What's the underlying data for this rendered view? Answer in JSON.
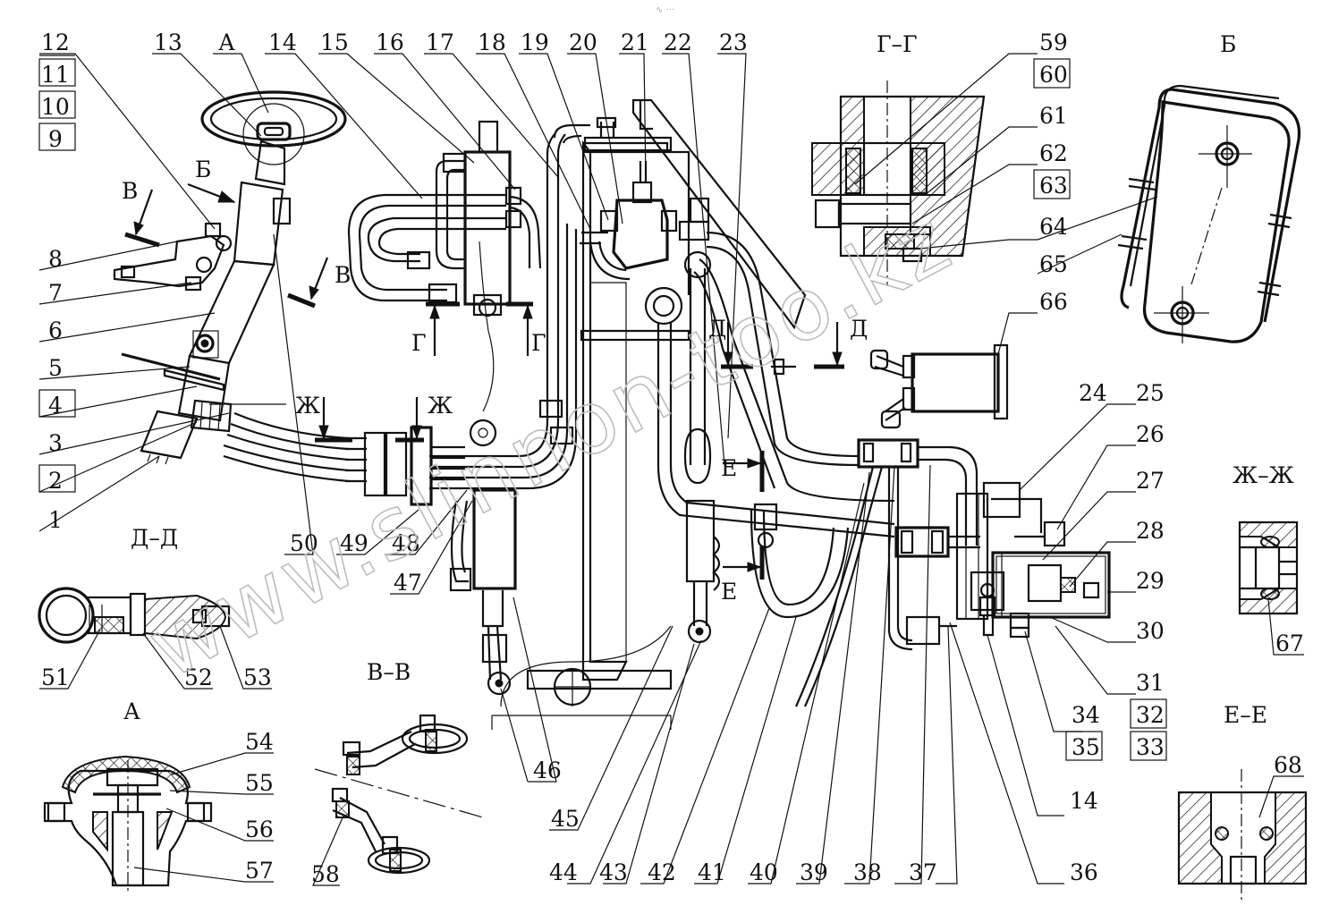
{
  "watermark": "www.slinnon-too.kz",
  "callouts": {
    "left_top": [
      "12",
      "11",
      "10",
      "9"
    ],
    "left_column": [
      "8",
      "7",
      "6",
      "5",
      "4",
      "3",
      "2",
      "1"
    ],
    "top_row": [
      "13",
      "14",
      "15",
      "16",
      "17",
      "18",
      "19",
      "20",
      "21",
      "22",
      "23"
    ],
    "right_column": [
      "59",
      "60",
      "61",
      "62",
      "63",
      "64",
      "65",
      "66"
    ],
    "right_middle": [
      "24",
      "25",
      "26",
      "27",
      "28",
      "29",
      "30",
      "31",
      "32",
      "33",
      "34",
      "35",
      "14",
      "36",
      "37"
    ],
    "bottom_row": [
      "50",
      "49",
      "48",
      "47",
      "46",
      "45",
      "44",
      "43",
      "42",
      "41",
      "40",
      "39",
      "38"
    ],
    "details": [
      "51",
      "52",
      "53",
      "54",
      "55",
      "56",
      "57",
      "58",
      "67",
      "68"
    ]
  },
  "section_labels": {
    "A_top": "А",
    "B_right": "Б",
    "B_arrow": "Б",
    "V_arrow_left": "В",
    "V_arrow_mid": "В",
    "G_left": "Г",
    "G_right": "Г",
    "D_left": "Д",
    "D_right": "Д",
    "Zh_left": "Ж",
    "Zh_right": "Ж",
    "E_top": "Е",
    "E_bottom": "Е",
    "section_GG": "Г–Г",
    "section_DD": "Д–Д",
    "section_VV": "В–В",
    "section_ZhZh": "Ж–Ж",
    "section_EE": "Е–Е",
    "view_A": "А"
  }
}
